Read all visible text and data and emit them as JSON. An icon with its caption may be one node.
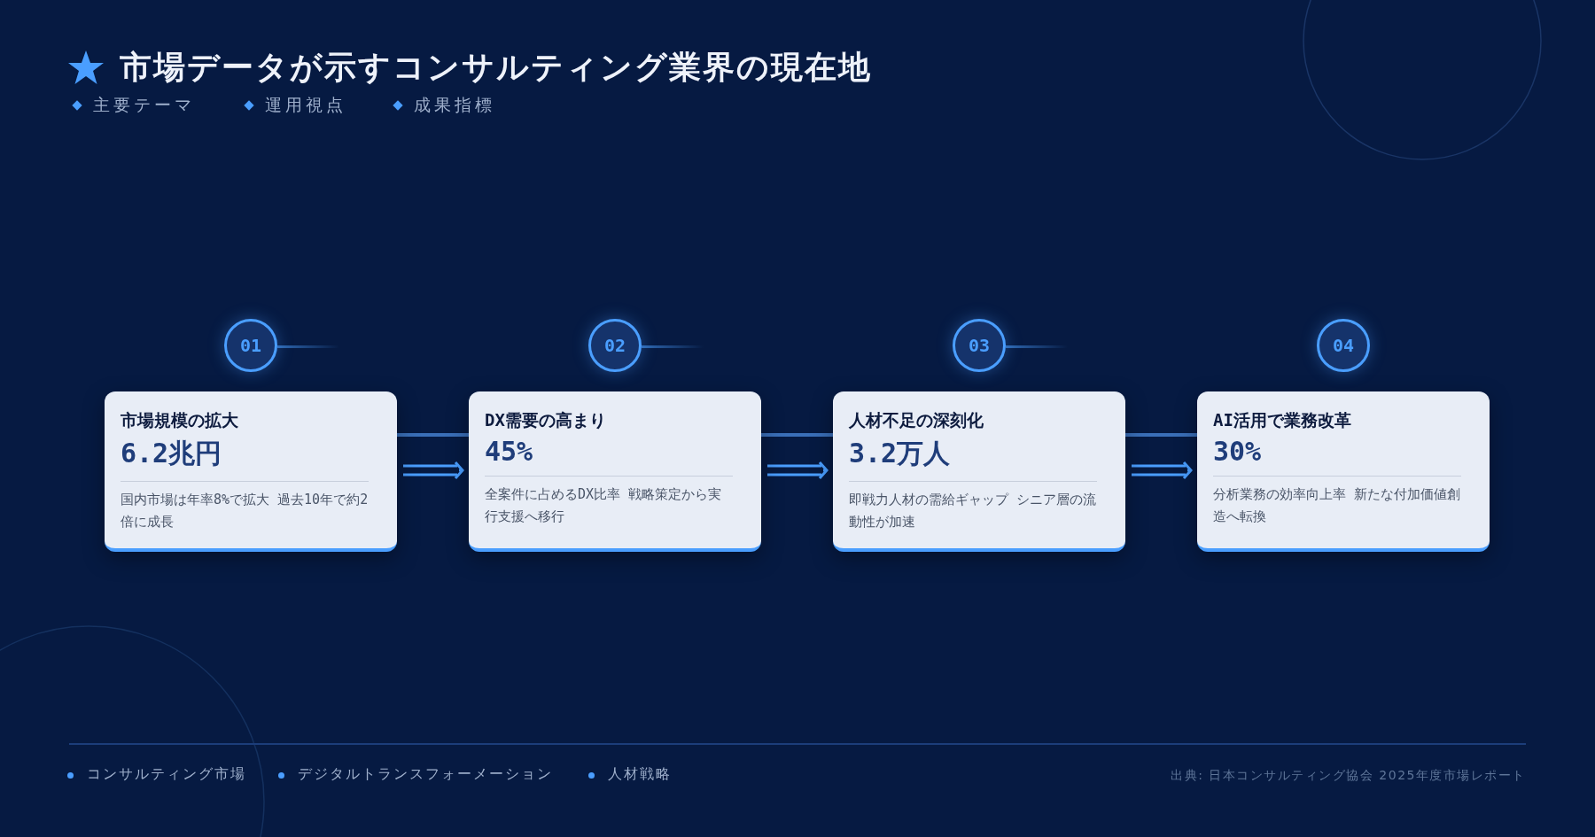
{
  "diagram": {
    "title": "市場データが示すコンサルティング業界の現在地",
    "nodes": [
      {
        "text": [
          "01"
        ]
      },
      {
        "text": [
          "市場規模の拡大",
          "6.2兆円",
          "国内市場は年率8%で拡大 過去10年で約2倍に成長"
        ]
      },
      {
        "text": [
          "02"
        ]
      },
      {
        "text": [
          "DX需要の高まり",
          "45%",
          "全案件に占めるDX比率 戦略策定から実行支援へ移行"
        ]
      },
      {
        "text": [
          "03"
        ]
      },
      {
        "text": [
          "人材不足の深刻化",
          "3.2万人",
          "即戦力人材の需給ギャップ シニア層の流動性が加速"
        ]
      },
      {
        "text": [
          "04"
        ]
      },
      {
        "text": [
          "AI活用で業務改革",
          "30%",
          "分析業務の効率向上率 新たな付加価値創造へ転換"
        ]
      }
    ],
    "edges": [
      {
        "from": 1,
        "to": 3,
        "arrow": "none"
      },
      {
        "from": 1,
        "to": 3,
        "arrow": "to"
      },
      {
        "from": 3,
        "to": 5,
        "arrow": "none"
      },
      {
        "from": 3,
        "to": 5,
        "arrow": "to"
      },
      {
        "from": 5,
        "to": 7,
        "arrow": "none"
      },
      {
        "from": 5,
        "to": 7,
        "arrow": "to"
      }
    ],
    "labels": [
      "主要テーマ",
      "運用視点",
      "成果指標",
      "コンサルティング市場",
      "デジタルトランスフォーメーション",
      "人材戦略",
      "出典: 日本コンサルティング協会 2025年度市場レポート"
    ]
  }
}
